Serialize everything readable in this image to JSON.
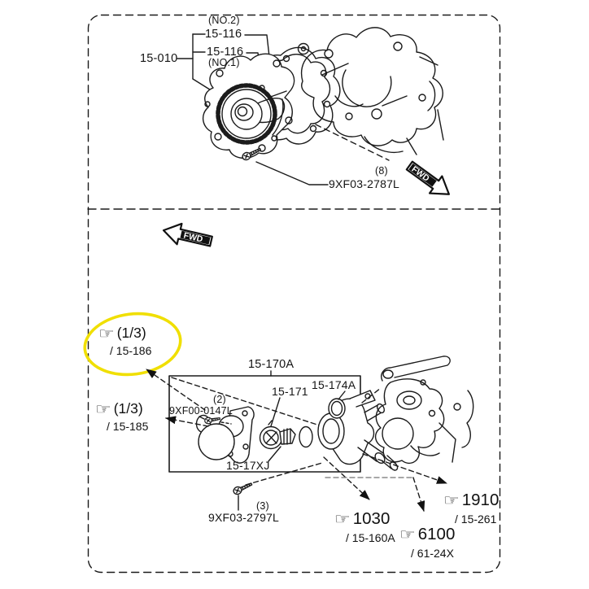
{
  "diagram": {
    "background": "#ffffff",
    "line_color": "#1b1b1b",
    "highlight_color": "#f0df00",
    "fwd_label": "FWD",
    "hand_icon_glyph": "☞"
  },
  "top_section": {
    "labels": {
      "no2": "(NO.2)",
      "part_15_116_no2": "15-116",
      "part_15_116_no1": "15-116",
      "no1": "(NO.1)",
      "part_15_010": "15-010",
      "qty_8": "(8)",
      "part_9xf03_2787l": "9XF03-2787L"
    }
  },
  "bottom_section": {
    "labels": {
      "part_15_170a": "15-170A",
      "qty_2": "(2)",
      "part_9xf00_0147l": "9XF00-0147L",
      "part_15_171": "15-171",
      "part_15_174a": "15-174A",
      "part_15_17xj": "15-17XJ",
      "qty_3": "(3)",
      "part_9xf03_2797l": "9XF03-2797L"
    },
    "callouts": {
      "c15_186": {
        "ref": "(1/3)",
        "code": "/ 15-186",
        "highlighted": true
      },
      "c15_185": {
        "ref": "(1/3)",
        "code": "/ 15-185",
        "highlighted": false
      },
      "c1030": {
        "ref": "1030",
        "code": "/ 15-160A",
        "highlighted": false
      },
      "c6100": {
        "ref": "6100",
        "code": "/ 61-24X",
        "highlighted": false
      },
      "c1910": {
        "ref": "1910",
        "code": "/ 15-261",
        "highlighted": false
      }
    }
  }
}
